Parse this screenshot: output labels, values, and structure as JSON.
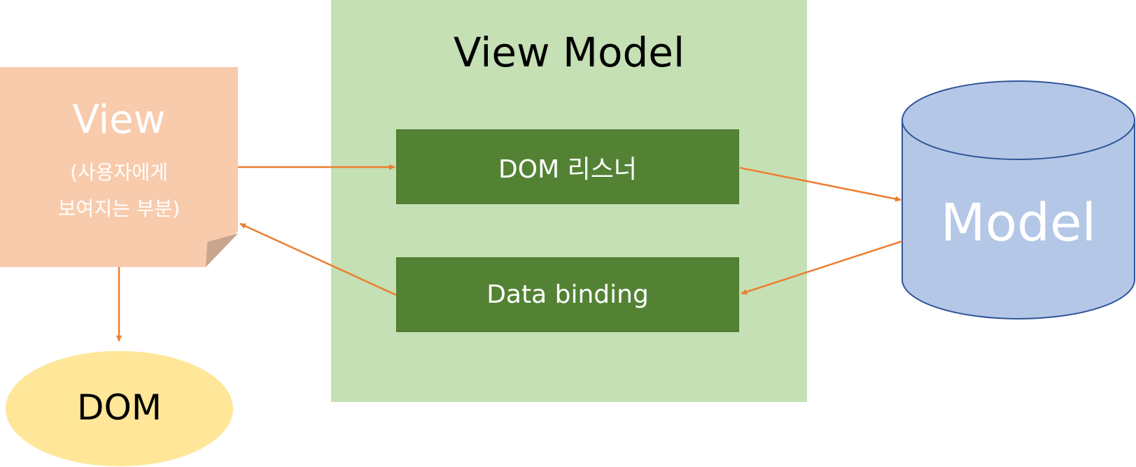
{
  "view_model": {
    "title": "View Model"
  },
  "listener_box": {
    "label": "DOM 리스너"
  },
  "binding_box": {
    "label": "Data binding"
  },
  "view": {
    "title": "View",
    "subtitle_line1": "(사용자에게",
    "subtitle_line2": "보여지는 부분)"
  },
  "dom": {
    "label": "DOM"
  },
  "model": {
    "label": "Model"
  },
  "colors": {
    "view_model_bg": "#c5e0b4",
    "vm_box": "#548235",
    "view_note": "#f8cbad",
    "dom_ellipse": "#ffe699",
    "model_cylinder": "#b4c7e7",
    "model_outline": "#2f5597",
    "arrow": "#ed7d31"
  }
}
